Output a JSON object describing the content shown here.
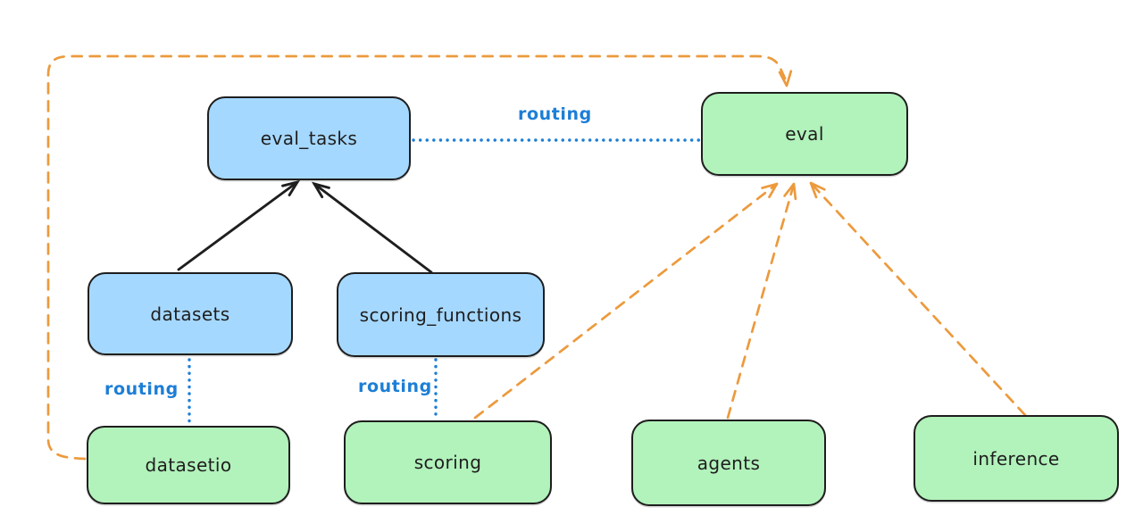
{
  "diagram": {
    "nodes": {
      "eval_tasks": {
        "label": "eval_tasks",
        "fill": "#a5d8ff"
      },
      "eval": {
        "label": "eval",
        "fill": "#b2f2bb"
      },
      "datasets": {
        "label": "datasets",
        "fill": "#a5d8ff"
      },
      "scoring_functions": {
        "label": "scoring_functions",
        "fill": "#a5d8ff"
      },
      "datasetio": {
        "label": "datasetio",
        "fill": "#b2f2bb"
      },
      "scoring": {
        "label": "scoring",
        "fill": "#b2f2bb"
      },
      "agents": {
        "label": "agents",
        "fill": "#b2f2bb"
      },
      "inference": {
        "label": "inference",
        "fill": "#b2f2bb"
      }
    },
    "edges": [
      {
        "from": "datasets",
        "to": "eval_tasks",
        "style": "solid-arrow",
        "color": "#1e1e1e"
      },
      {
        "from": "scoring_functions",
        "to": "eval_tasks",
        "style": "solid-arrow",
        "color": "#1e1e1e"
      },
      {
        "from": "eval_tasks",
        "to": "eval",
        "style": "dotted",
        "label": "routing",
        "color": "#1c7ed6"
      },
      {
        "from": "datasets",
        "to": "datasetio",
        "style": "dotted",
        "label": "routing",
        "color": "#1c7ed6"
      },
      {
        "from": "scoring_functions",
        "to": "scoring",
        "style": "dotted",
        "label": "routing",
        "color": "#1c7ed6"
      },
      {
        "from": "datasetio",
        "to": "eval",
        "style": "dashed-arrow",
        "color": "#ec9a3d"
      },
      {
        "from": "scoring",
        "to": "eval",
        "style": "dashed-arrow",
        "color": "#ec9a3d"
      },
      {
        "from": "agents",
        "to": "eval",
        "style": "dashed-arrow",
        "color": "#ec9a3d"
      },
      {
        "from": "inference",
        "to": "eval",
        "style": "dashed-arrow",
        "color": "#ec9a3d"
      }
    ],
    "colors": {
      "background": "#ffffff",
      "outline": "#1e1e1e",
      "blue_fill": "#a5d8ff",
      "green_fill": "#b2f2bb",
      "routing": "#1c7ed6",
      "orange": "#ec9a3d"
    }
  }
}
